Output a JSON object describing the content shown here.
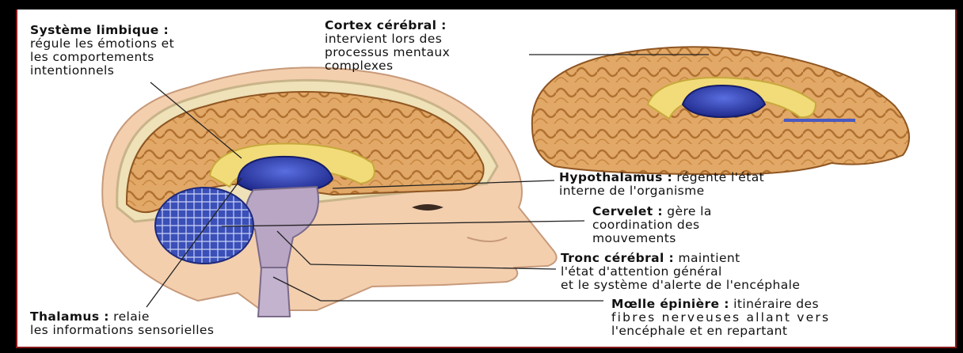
{
  "labels": {
    "limbique": {
      "title": "Système limbique :",
      "lines": [
        "régule les émotions et",
        "les comportements",
        "intentionnels"
      ]
    },
    "cortex": {
      "title": "Cortex cérébral :",
      "lines": [
        "intervient lors des",
        "processus mentaux",
        "complexes"
      ]
    },
    "hypothalamus": {
      "title": "Hypothalamus :",
      "line1_rest": " régente l'état",
      "lines": [
        "interne de l'organisme"
      ]
    },
    "cervelet": {
      "title": "Cervelet :",
      "line1_rest": " gère la",
      "lines": [
        "coordination des",
        "mouvements"
      ]
    },
    "tronc": {
      "title": "Tronc cérébral :",
      "line1_rest": " maintient",
      "lines": [
        "l'état d'attention général",
        "et le système d'alerte de l'encéphale"
      ]
    },
    "moelle": {
      "title": "Mœlle épinière :",
      "line1_rest": " itinéraire des",
      "lines": [
        "fibres nerveuses allant vers",
        "l'encéphale et en repartant"
      ]
    },
    "thalamus": {
      "title": "Thalamus :",
      "line1_rest": " relaie",
      "lines": [
        "les informations sensorielles"
      ]
    }
  },
  "colors": {
    "brain": "#e2a867",
    "brain_dark": "#a9672c",
    "limbic": "#f2dc7a",
    "thalamus_blue": "#2b39a8",
    "skin": "#f3cfae",
    "stem": "#b8a6c4",
    "border": "#8a1a1a"
  },
  "icons": {
    "head": "head-profile-illustration",
    "brain_small": "brain-section-illustration"
  }
}
